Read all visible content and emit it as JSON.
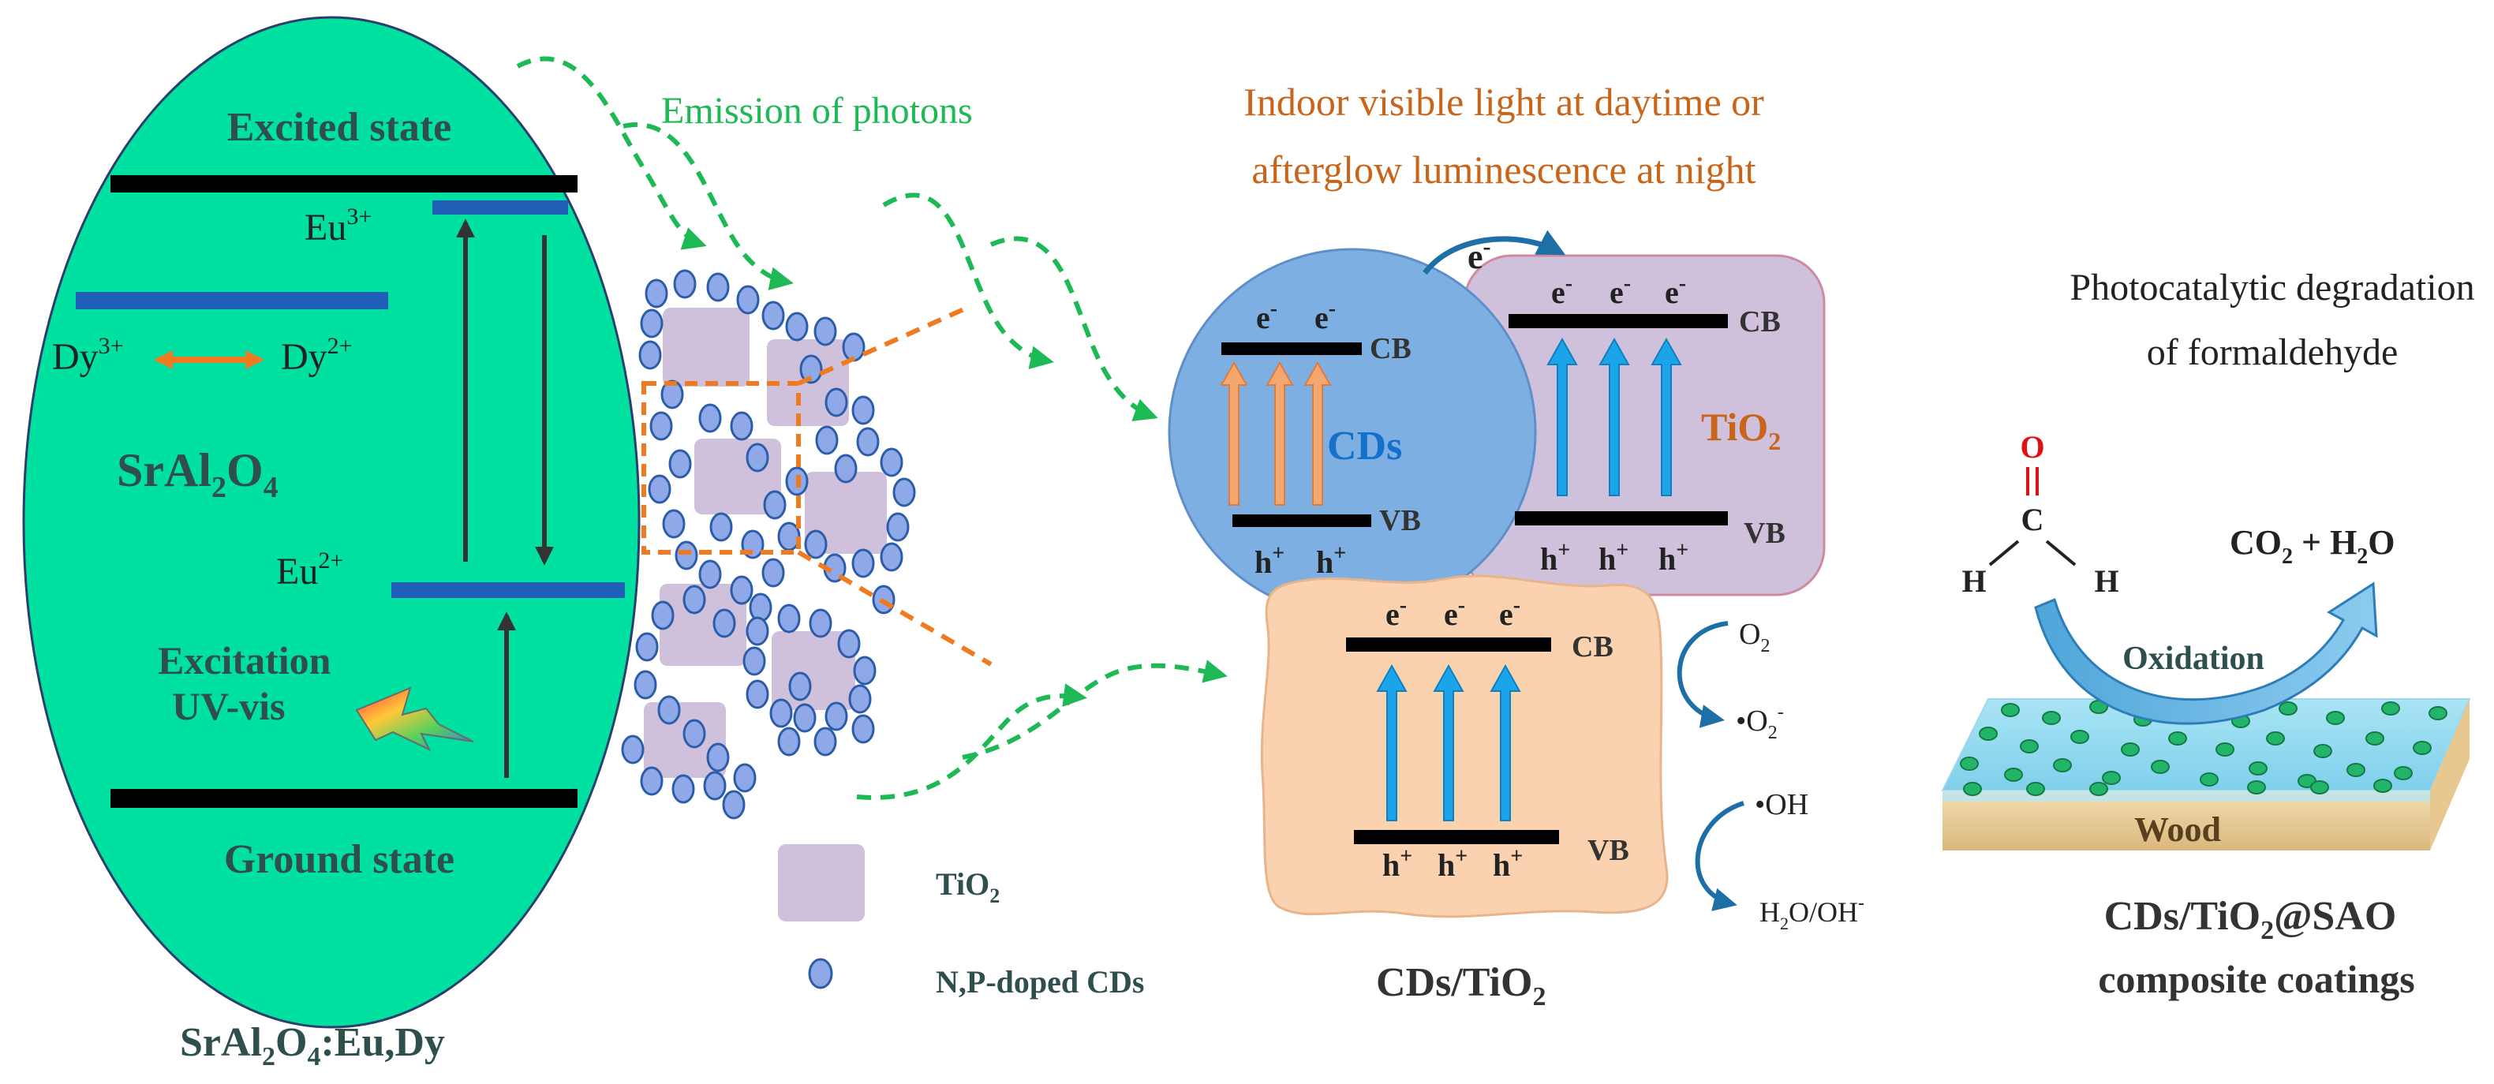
{
  "colors": {
    "ellipse_fill": "#00E0A0",
    "level_blue": "#1F5FB8",
    "photon_green": "#1DB954",
    "orange_accent": "#F07A20",
    "tio2_purple": "#CFC0DC",
    "cds_blue": "#7EAFE3",
    "composite_peach": "#FBD2B0",
    "arrow_blue": "#1BA4E8",
    "arrow_orange": "#F4A870",
    "title_orange": "#C8651B",
    "green_text": "#1DB954"
  },
  "left_panel": {
    "excited_state": "Excited state",
    "ground_state": "Ground state",
    "eu3": "Eu",
    "eu3_sup": "3+",
    "eu2": "Eu",
    "eu2_sup": "2+",
    "dy3": "Dy",
    "dy3_sup": "3+",
    "dy2": "Dy",
    "dy2_sup": "2+",
    "host_a": "SrAl",
    "host_sub2": "2",
    "host_b": "O",
    "host_sub4": "4",
    "excitation": "Excitation",
    "uv_vis": "UV-vis",
    "caption_a": "SrAl",
    "caption_sub2": "2",
    "caption_b": "O",
    "caption_sub4": "4",
    "caption_c": ":Eu,Dy",
    "lightning_icon": "lightning-icon"
  },
  "middle": {
    "emission_label": "Emission of photons",
    "legend_tio2_a": "TiO",
    "legend_tio2_sub": "2",
    "legend_cds": "N,P-doped CDs"
  },
  "bands": {
    "title_line1": "Indoor visible light at daytime or",
    "title_line2": "afterglow luminescence at night",
    "e": "e",
    "e_sup": "-",
    "h": "h",
    "h_sup": "+",
    "cb": "CB",
    "vb": "VB",
    "cds_label": "CDs",
    "tio2_a": "TiO",
    "tio2_sub": "2",
    "o2_a": "O",
    "o2_sub": "2",
    "superoxide_a": "•O",
    "superoxide_sub": "2",
    "superoxide_sup": "-",
    "oh": "•OH",
    "h2o_a": "H",
    "h2o_sub": "2",
    "h2o_b": "O/OH",
    "h2o_sup": "-",
    "caption_a": "CDs/TiO",
    "caption_sub": "2"
  },
  "right_panel": {
    "title_line1": "Photocatalytic degradation",
    "title_line2": "of formaldehyde",
    "atom_o": "O",
    "atom_c": "C",
    "atom_h": "H",
    "product_a": "CO",
    "product_sub1": "2",
    "product_b": " + H",
    "product_sub2": "2",
    "product_c": "O",
    "oxidation": "Oxidation",
    "wood": "Wood",
    "caption_line1_a": "CDs/TiO",
    "caption_line1_sub": "2",
    "caption_line1_b": "@SAO",
    "caption_line2": "composite coatings"
  }
}
